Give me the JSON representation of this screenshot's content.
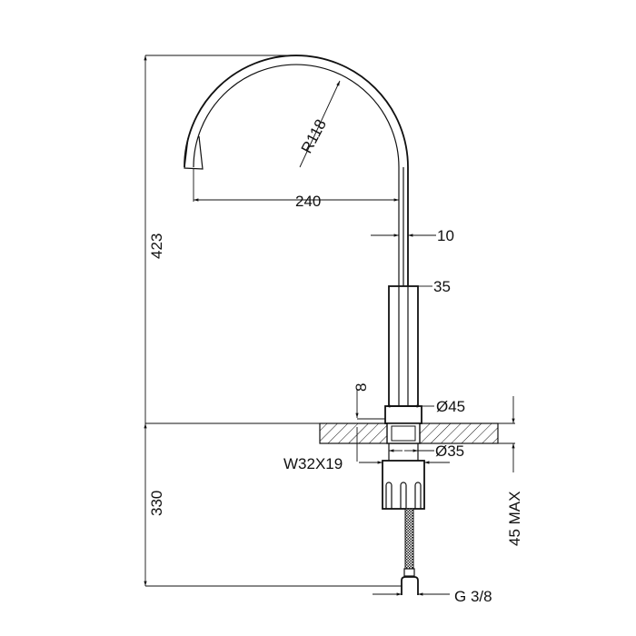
{
  "drawing": {
    "title": "Faucet dimensional drawing",
    "colors": {
      "line": "#111111",
      "background": "#ffffff"
    },
    "dimensions": {
      "total_height": "423",
      "under_counter_height": "330",
      "spout_radius": "R118",
      "spout_reach": "240",
      "pipe_diameter": "10",
      "body_offset": "35",
      "base_height": "8",
      "base_diameter": "Ø45",
      "hole_diameter": "Ø35",
      "nut_size": "W32X19",
      "counter_thickness": "45 MAX",
      "connection": "G 3/8"
    }
  }
}
